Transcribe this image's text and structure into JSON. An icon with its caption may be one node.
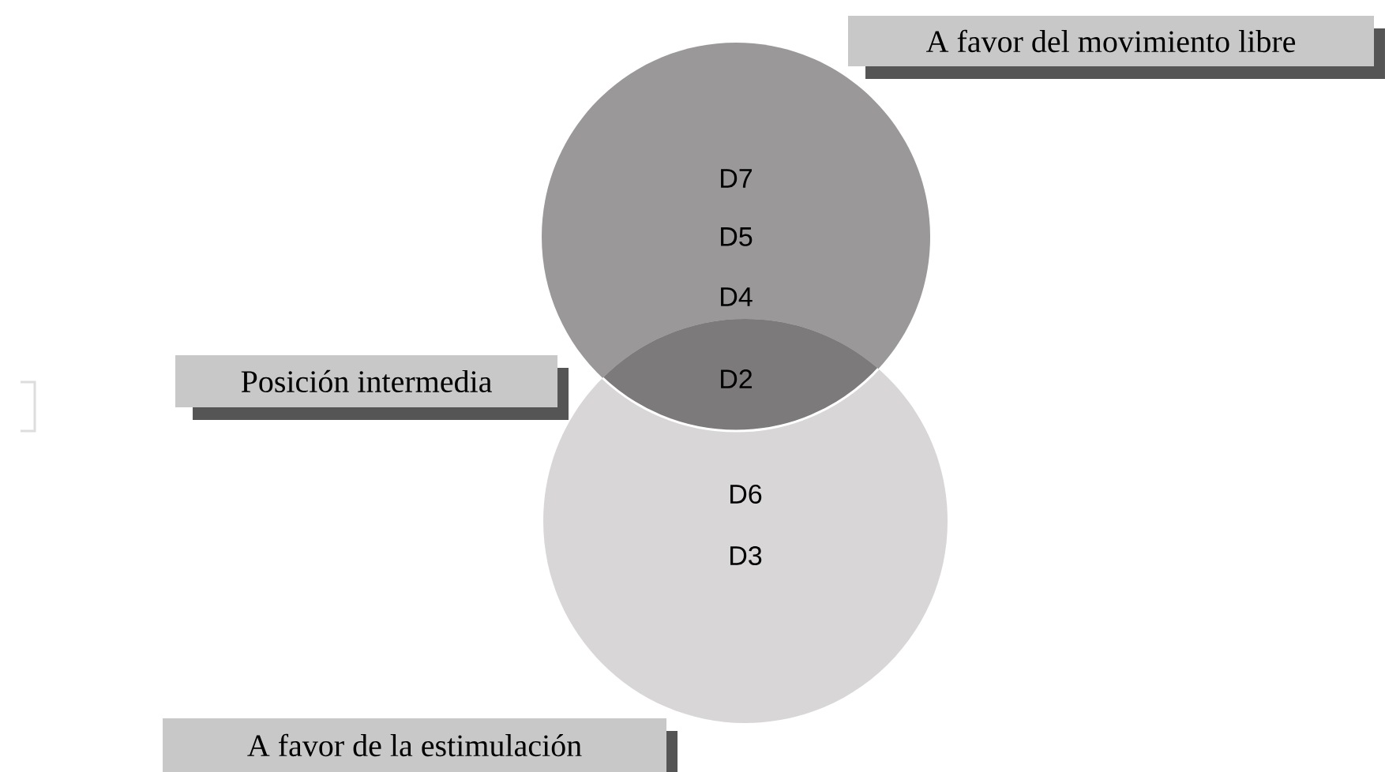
{
  "diagram": {
    "nodes": [
      {
        "text": [
          "A favor del movimiento libre"
        ]
      },
      {
        "text": [
          "D7",
          "D5",
          "D4"
        ]
      },
      {
        "text": [
          "Posición intermedia"
        ]
      },
      {
        "text": [
          "D2"
        ]
      },
      {
        "text": [
          "D6",
          "D3"
        ]
      },
      {
        "text": [
          "A favor de la estimulación"
        ]
      }
    ]
  }
}
